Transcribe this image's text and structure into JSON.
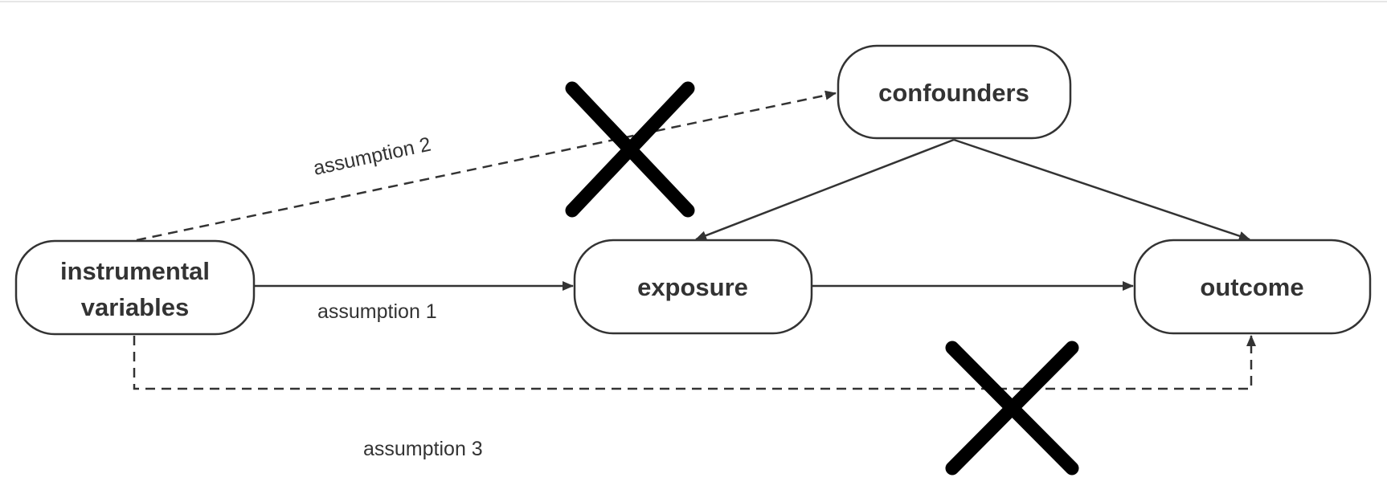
{
  "nodes": {
    "instrumental_variables": {
      "line1": "instrumental",
      "line2": "variables"
    },
    "exposure": {
      "label": "exposure"
    },
    "confounders": {
      "label": "confounders"
    },
    "outcome": {
      "label": "outcome"
    }
  },
  "edges": {
    "assumption_1": {
      "label": "assumption 1"
    },
    "assumption_2": {
      "label": "assumption 2",
      "violated": true
    },
    "assumption_3": {
      "label": "assumption 3",
      "violated": true
    }
  },
  "colors": {
    "line": "#333333",
    "cross": "#000000",
    "node_fill": "#ffffff"
  }
}
